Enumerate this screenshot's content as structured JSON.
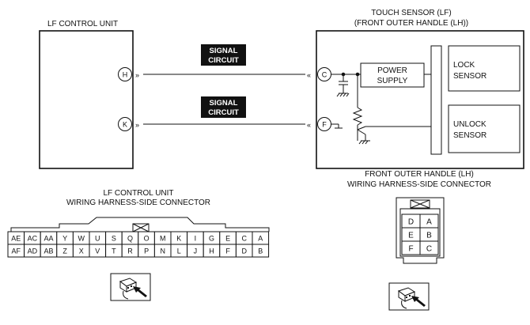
{
  "control_unit": {
    "title": "LF CONTROL UNIT",
    "pins": {
      "h": "H",
      "k": "K"
    }
  },
  "signal_labels": [
    [
      "SIGNAL",
      "CIRCUIT"
    ],
    [
      "SIGNAL",
      "CIRCUIT"
    ]
  ],
  "sensor": {
    "title_line1": "TOUCH SENSOR (LF)",
    "title_line2": "(FRONT OUTER HANDLE (LH))",
    "pins": {
      "c": "C",
      "f": "F"
    },
    "power_supply": [
      "POWER",
      "SUPPLY"
    ],
    "lock_sensor": [
      "LOCK",
      "SENSOR"
    ],
    "unlock_sensor": [
      "UNLOCK",
      "SENSOR"
    ]
  },
  "lf_connector": {
    "title_line1": "LF CONTROL UNIT",
    "title_line2": "WIRING HARNESS-SIDE CONNECTOR",
    "row1": [
      "AE",
      "AC",
      "AA",
      "Y",
      "W",
      "U",
      "S",
      "Q",
      "O",
      "M",
      "K",
      "I",
      "G",
      "E",
      "C",
      "A"
    ],
    "row2": [
      "AF",
      "AD",
      "AB",
      "Z",
      "X",
      "V",
      "T",
      "R",
      "P",
      "N",
      "L",
      "J",
      "H",
      "F",
      "D",
      "B"
    ]
  },
  "handle_connector": {
    "title_line1": "FRONT OUTER HANDLE (LH)",
    "title_line2": "WIRING HARNESS-SIDE CONNECTOR",
    "rows": [
      [
        "D",
        "A"
      ],
      [
        "E",
        "B"
      ],
      [
        "F",
        "C"
      ]
    ]
  },
  "icons": [
    "connector-view-icon",
    "connector-view-icon"
  ]
}
